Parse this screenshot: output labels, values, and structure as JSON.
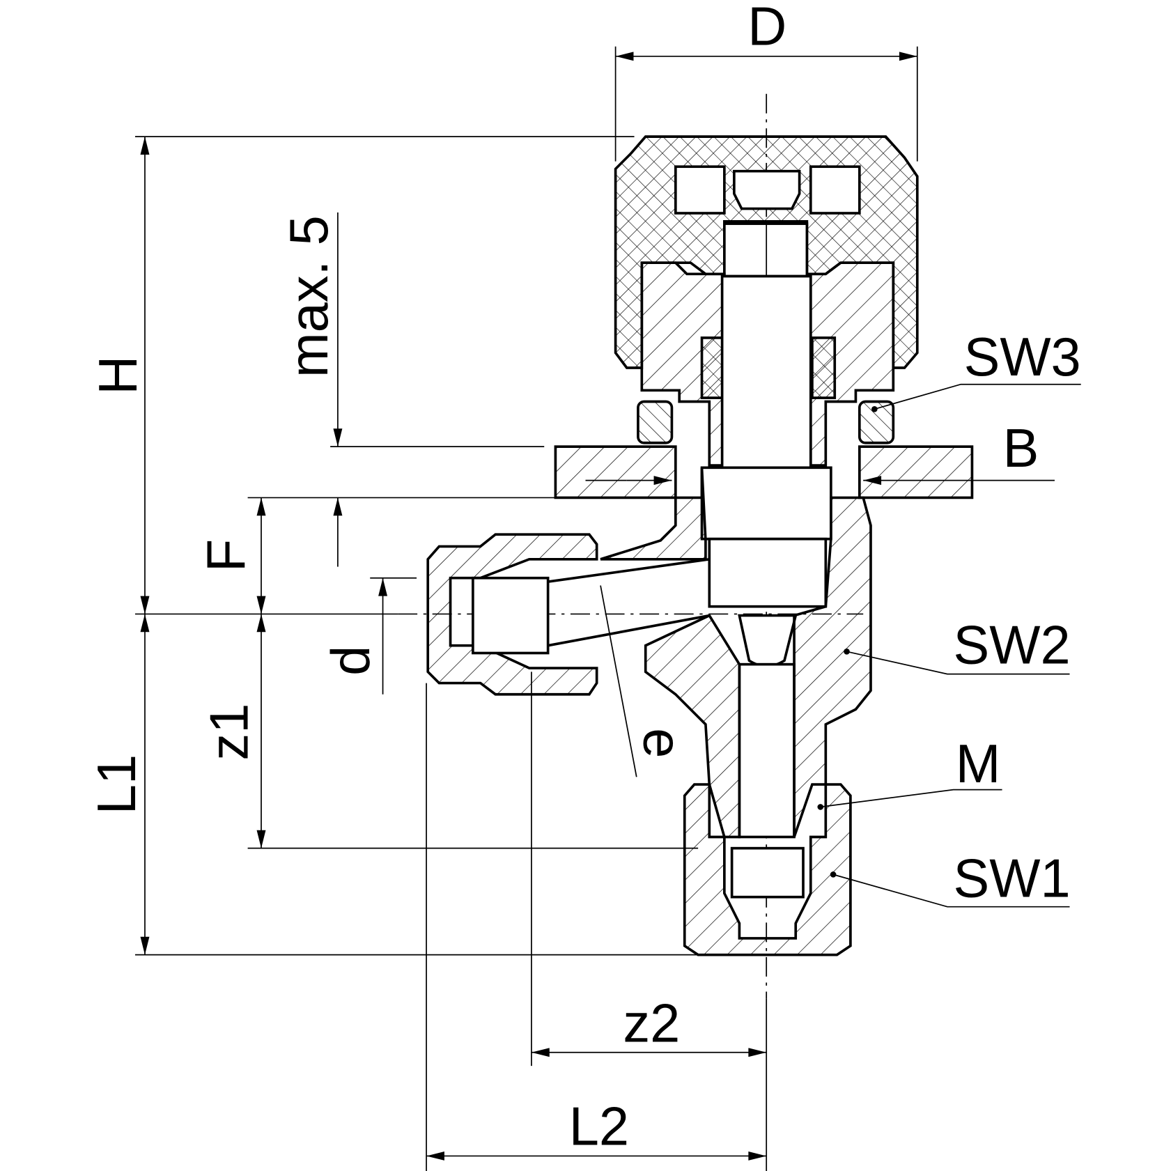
{
  "drawing": {
    "labels": {
      "D": "D",
      "H": "H",
      "max5": "max. 5",
      "SW3": "SW3",
      "B": "B",
      "F": "F",
      "SW2": "SW2",
      "d": "d",
      "z1": "z1",
      "L1": "L1",
      "e": "e",
      "M": "M",
      "SW1": "SW1",
      "z2": "z2",
      "L2": "L2"
    },
    "colors": {
      "line": "#000000",
      "background": "#ffffff"
    }
  }
}
